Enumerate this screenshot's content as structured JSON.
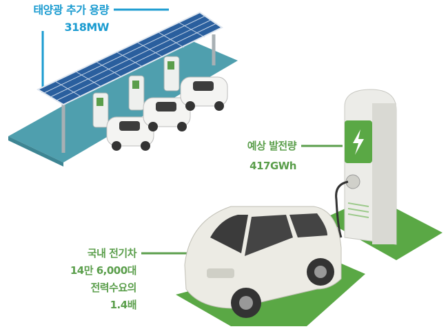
{
  "solar": {
    "title": "태양광 추가 용량",
    "value": "318MW"
  },
  "generation": {
    "title": "예상 발전량",
    "value": "417GWh"
  },
  "ev": {
    "line1": "국내 전기차",
    "line2": "14만 6,000대",
    "line3": "전력수요의",
    "line4": "1.4배"
  },
  "colors": {
    "blue": "#1a9bd0",
    "green": "#5a9e4b",
    "teal": "#4f9fae",
    "panel": "#2a5f9e"
  }
}
